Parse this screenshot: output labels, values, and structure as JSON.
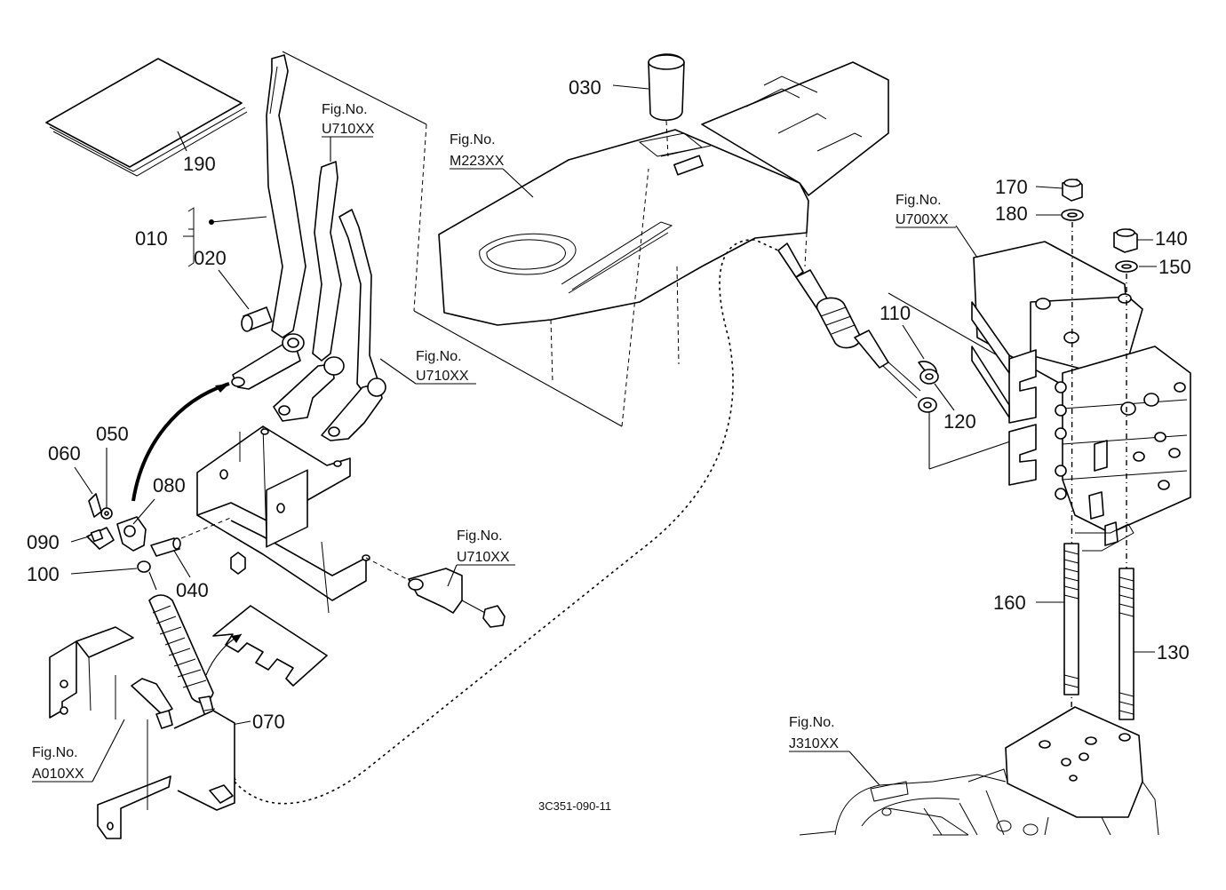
{
  "labels": {
    "p010": "010",
    "p020": "020",
    "p030": "030",
    "p040": "040",
    "p050": "050",
    "p060": "060",
    "p070": "070",
    "p080": "080",
    "p090": "090",
    "p100": "100",
    "p110": "110",
    "p120": "120",
    "p130": "130",
    "p140": "140",
    "p150": "150",
    "p160": "160",
    "p170": "170",
    "p180": "180",
    "p190": "190"
  },
  "figrefs": {
    "prefix": "Fig.No.",
    "u710_top": "U710XX",
    "m223": "M223XX",
    "u710_mid": "U710XX",
    "u700": "U700XX",
    "u710_low": "U710XX",
    "a010": "A010XX",
    "j310": "J310XX"
  },
  "drawing_code": "3C351-090-11"
}
